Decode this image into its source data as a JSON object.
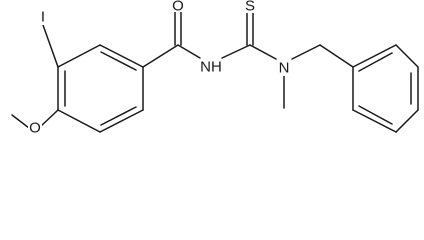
{
  "molecule": {
    "atoms": {
      "iodine": "I",
      "carbonyl_oxygen": "O",
      "amide_nitrogen": "NH",
      "thione_sulfur": "S",
      "amine_nitrogen": "N",
      "ether_oxygen": "O"
    }
  }
}
